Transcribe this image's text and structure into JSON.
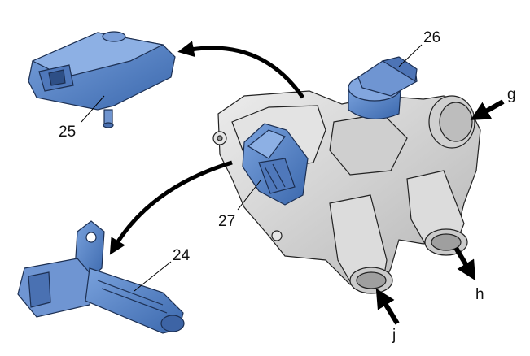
{
  "labels": {
    "sensor_25": "25",
    "cap_26": "26",
    "sensor_27": "27",
    "sensor_24": "24",
    "port_g": "g",
    "port_h": "h",
    "port_j": "j"
  },
  "colors": {
    "component_blue": "#5b86c9",
    "component_blue_dark": "#2f5a9c",
    "housing_grey": "#d9d9d9",
    "housing_grey_dark": "#a8a8a8",
    "outline": "#222222"
  }
}
